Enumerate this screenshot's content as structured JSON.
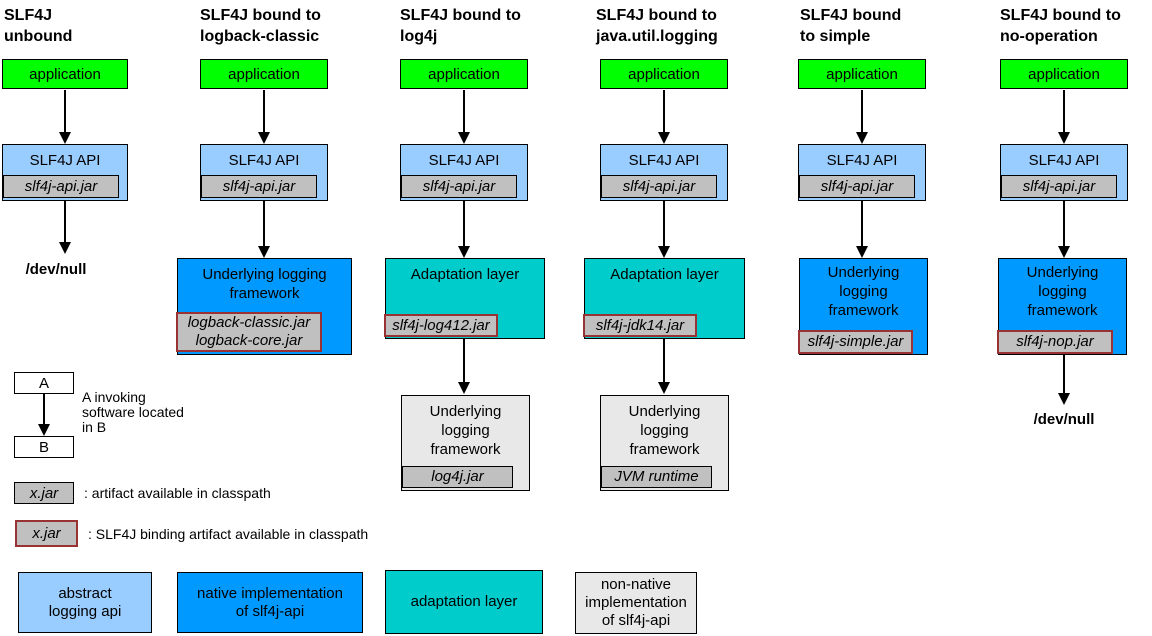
{
  "columns": [
    {
      "title": "SLF4J\nunbound",
      "application_label": "application",
      "api_label": "SLF4J API",
      "api_jar": "slf4j-api.jar",
      "terminal": "/dev/null"
    },
    {
      "title": "SLF4J bound to\nlogback-classic",
      "application_label": "application",
      "api_label": "SLF4J API",
      "api_jar": "slf4j-api.jar",
      "framework_label": "Underlying logging\nframework",
      "framework_jars": "logback-classic.jar\nlogback-core.jar"
    },
    {
      "title": "SLF4J bound to\nlog4j",
      "application_label": "application",
      "api_label": "SLF4J API",
      "api_jar": "slf4j-api.jar",
      "adaptation_label": "Adaptation layer",
      "adaptation_jar": "slf4j-log412.jar",
      "framework_label": "Underlying\nlogging\nframework",
      "framework_jar": "log4j.jar"
    },
    {
      "title": "SLF4J bound to\njava.util.logging",
      "application_label": "application",
      "api_label": "SLF4J API",
      "api_jar": "slf4j-api.jar",
      "adaptation_label": "Adaptation layer",
      "adaptation_jar": "slf4j-jdk14.jar",
      "framework_label": "Underlying\nlogging\nframework",
      "framework_jar": "JVM runtime"
    },
    {
      "title": "SLF4J bound\nto simple",
      "application_label": "application",
      "api_label": "SLF4J API",
      "api_jar": "slf4j-api.jar",
      "framework_label": "Underlying\nlogging\nframework",
      "framework_jar": "slf4j-simple.jar"
    },
    {
      "title": "SLF4J bound to\nno-operation",
      "application_label": "application",
      "api_label": "SLF4J API",
      "api_jar": "slf4j-api.jar",
      "framework_label": "Underlying\nlogging\nframework",
      "framework_jar": "slf4j-nop.jar",
      "terminal": "/dev/null"
    }
  ],
  "legend": {
    "invoke": {
      "a": "A",
      "b": "B",
      "text": "A invoking\nsoftware located\nin B"
    },
    "artifact": {
      "box": "x.jar",
      "text": ": artifact available in classpath"
    },
    "binding": {
      "box": "x.jar",
      "text": ": SLF4J binding artifact available in classpath"
    },
    "types": [
      {
        "label": "abstract\nlogging api",
        "color": "#99CCFF"
      },
      {
        "label": "native implementation\nof slf4j-api",
        "color": "#0099FF"
      },
      {
        "label": "adaptation layer",
        "color": "#00CCCC"
      },
      {
        "label": "non-native\nimplementation\nof slf4j-api",
        "color": "#E8E8E8"
      }
    ]
  },
  "colors": {
    "application_green": "#00FF00",
    "abstract_api_blue": "#99CCFF",
    "native_impl_blue": "#0099FF",
    "adaptation_teal": "#00CCCC",
    "artifact_gray": "#C0C0C0",
    "nonnative_gray": "#E8E8E8",
    "binding_border_red": "#993333"
  }
}
